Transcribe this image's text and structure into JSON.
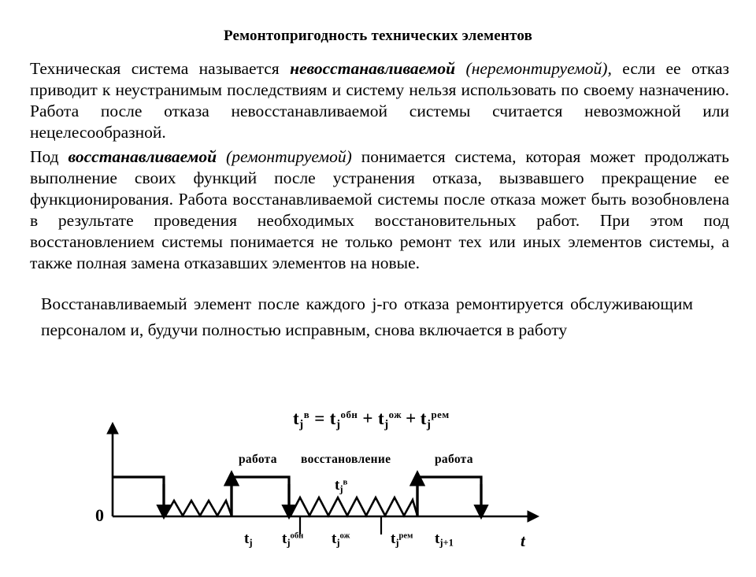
{
  "document": {
    "title": "Ремонтопригодность технических элементов",
    "paragraphs": [
      {
        "id": "p1",
        "runs": [
          {
            "text": "Техническая система называется ",
            "style": "normal"
          },
          {
            "text": "невосстанавливаемой",
            "style": "bold-italic"
          },
          {
            "text": " ",
            "style": "normal"
          },
          {
            "text": "(неремонтируемой),",
            "style": "italic"
          },
          {
            "text": " если ее отказ приводит к неустранимым последствиям и систему нельзя использовать по своему назначению. Работа после отказа невосстанавливаемой системы считается невозможной или нецелесообразной.",
            "style": "normal"
          }
        ]
      },
      {
        "id": "p2",
        "runs": [
          {
            "text": "Под ",
            "style": "normal"
          },
          {
            "text": "восстанавливаемой",
            "style": "bold-italic"
          },
          {
            "text": " ",
            "style": "normal"
          },
          {
            "text": "(ремонтируемой)",
            "style": "italic"
          },
          {
            "text": " понимается система, которая может продолжать выполнение своих функций после устранения отказа, вызвавшего прекращение ее функционирования. Работа восстанавливаемой системы после отказа может быть возобновлена в результате проведения необходимых восстановительных работ. При этом под восстановлением системы понимается не только ремонт тех или иных элементов системы, а также полная замена отказавших элементов на новые.",
            "style": "normal"
          }
        ]
      },
      {
        "id": "p3",
        "runs": [
          {
            "text": "Восстанавливаемый элемент после каждого j-го отказа ремонтируется обслуживающим персоналом и, будучи полностью исправным, снова включается в работу",
            "style": "normal"
          }
        ]
      }
    ]
  },
  "figure": {
    "formula": {
      "base": "t",
      "text": "t j в = t j обн + t j ож + t j рем",
      "parts": [
        {
          "var": "t",
          "sub": "j",
          "sup": "в"
        },
        {
          "op": "="
        },
        {
          "var": "t",
          "sub": "j",
          "sup": "обн"
        },
        {
          "op": "+"
        },
        {
          "var": "t",
          "sub": "j",
          "sup": "ож"
        },
        {
          "op": "+"
        },
        {
          "var": "t",
          "sub": "j",
          "sup": "рем"
        }
      ]
    },
    "captions": [
      {
        "id": "work-1",
        "text": "работа"
      },
      {
        "id": "restore",
        "text": "восстановление"
      },
      {
        "id": "work-2",
        "text": "работа"
      }
    ],
    "interval_label": {
      "var": "t",
      "sub": "j",
      "sup": "в"
    },
    "origin_label": "0",
    "axis_x_label": "t",
    "tick_labels": [
      {
        "id": "tj",
        "var": "t",
        "sub": "j",
        "sup": ""
      },
      {
        "id": "tj-obn",
        "var": "t",
        "sub": "j",
        "sup": "обн"
      },
      {
        "id": "tj-ozh",
        "var": "t",
        "sub": "j",
        "sup": "ож"
      },
      {
        "id": "tj-rem",
        "var": "t",
        "sub": "j",
        "sup": "рем"
      },
      {
        "id": "tj-next",
        "var": "t",
        "sub": "j+1",
        "sup": ""
      }
    ],
    "colors": {
      "ink": "#000000",
      "background": "#ffffff"
    }
  },
  "chart_data": {
    "type": "line",
    "title": "Циклы работы и восстановления восстанавливаемого элемента",
    "xlabel": "t",
    "ylabel": "",
    "grid": false,
    "legend": "none",
    "ylim": [
      0,
      1.35
    ],
    "xlim": [
      0,
      100
    ],
    "states": [
      "работа",
      "восстановление"
    ],
    "segments": [
      {
        "state": "работа",
        "x_start": 0,
        "x_end": 12.5,
        "level": 1
      },
      {
        "state": "восстановление",
        "x_start": 12.5,
        "x_end": 28,
        "level": 0
      },
      {
        "state": "работа",
        "x_start": 28,
        "x_end": 42,
        "level": 1
      },
      {
        "state": "восстановление",
        "x_start": 42,
        "x_end": 72,
        "level": 0
      },
      {
        "state": "работа",
        "x_start": 72,
        "x_end": 87.5,
        "level": 1
      }
    ],
    "failure_times_x": [
      12.5,
      42,
      87.5
    ],
    "restore_times_x": [
      28,
      72
    ],
    "annotations": [
      {
        "text": "работа",
        "x": 35,
        "y": 1.22
      },
      {
        "text": "восстановление",
        "x": 57,
        "y": 1.22
      },
      {
        "text": "работа",
        "x": 80,
        "y": 1.22
      },
      {
        "text": "t(j,в)",
        "x": 57,
        "y": 0.62
      }
    ],
    "xticks_labels": [
      "t(j)",
      "t(j,обн)",
      "t(j,ож)",
      "t(j,рем)",
      "t(j+1)"
    ]
  }
}
